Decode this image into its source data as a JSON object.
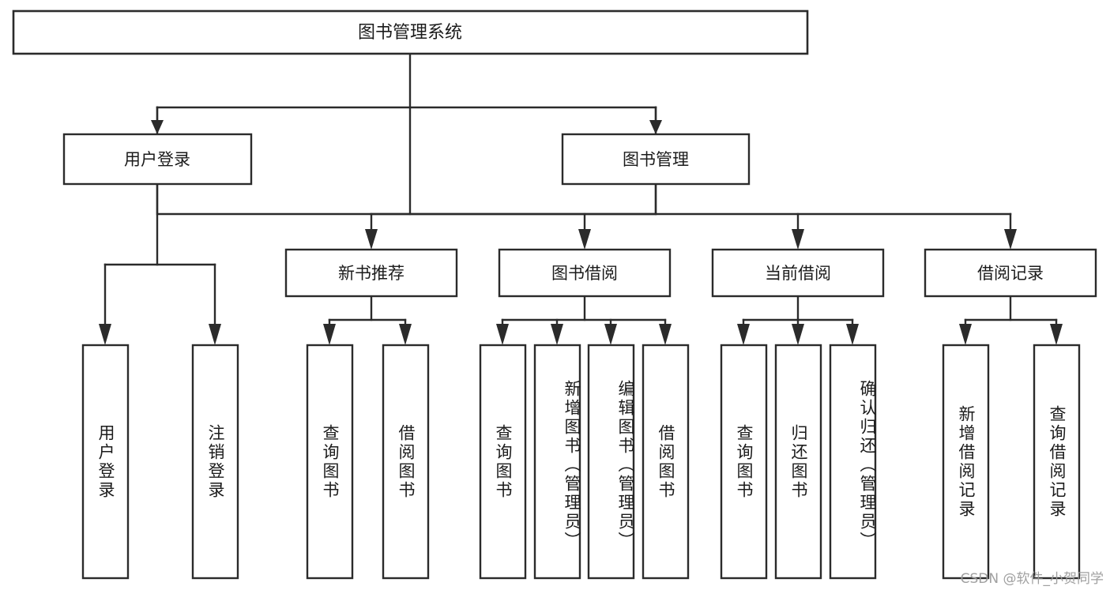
{
  "diagram": {
    "type": "tree",
    "title": "图书管理系统",
    "orientation": "top-down",
    "levels": 4,
    "colors": {
      "box_stroke": "#2b2b2b",
      "box_fill": "#ffffff",
      "link": "#2b2b2b",
      "text": "#1b1b1b",
      "background": "#ffffff",
      "watermark": "#9b9b9b"
    }
  },
  "nodes": {
    "root": {
      "label": "图书管理系统"
    },
    "level1": [
      {
        "id": "user-login",
        "label": "用户登录"
      },
      {
        "id": "book-manage",
        "label": "图书管理"
      }
    ],
    "level2": [
      {
        "id": "new-book-recommend",
        "label": "新书推荐",
        "parent": "book-manage"
      },
      {
        "id": "book-borrow",
        "label": "图书借阅",
        "parent": "book-manage"
      },
      {
        "id": "current-borrow",
        "label": "当前借阅",
        "parent": "book-manage"
      },
      {
        "id": "borrow-record",
        "label": "借阅记录",
        "parent": "book-manage"
      }
    ],
    "leaves": [
      {
        "id": "leaf-user-login",
        "label": "用户登录",
        "parent": "user-login"
      },
      {
        "id": "leaf-user-logout",
        "label": "注销登录",
        "parent": "user-login"
      },
      {
        "id": "leaf-query-book-1",
        "label": "查询图书",
        "parent": "new-book-recommend"
      },
      {
        "id": "leaf-borrow-book-1",
        "label": "借阅图书",
        "parent": "new-book-recommend"
      },
      {
        "id": "leaf-query-book-2",
        "label": "查询图书",
        "parent": "book-borrow"
      },
      {
        "id": "leaf-add-book",
        "label": "新增图书（管理员）",
        "parent": "book-borrow"
      },
      {
        "id": "leaf-edit-book",
        "label": "编辑图书（管理员）",
        "parent": "book-borrow"
      },
      {
        "id": "leaf-borrow-book-2",
        "label": "借阅图书",
        "parent": "book-borrow"
      },
      {
        "id": "leaf-query-book-3",
        "label": "查询图书",
        "parent": "current-borrow"
      },
      {
        "id": "leaf-return-book",
        "label": "归还图书",
        "parent": "current-borrow"
      },
      {
        "id": "leaf-confirm-return",
        "label": "确认归还（管理员）",
        "parent": "current-borrow"
      },
      {
        "id": "leaf-add-record",
        "label": "新增借阅记录",
        "parent": "borrow-record"
      },
      {
        "id": "leaf-query-record",
        "label": "查询借阅记录",
        "parent": "borrow-record"
      }
    ]
  },
  "watermark": {
    "text": "CSDN @软件_小贺同学"
  }
}
